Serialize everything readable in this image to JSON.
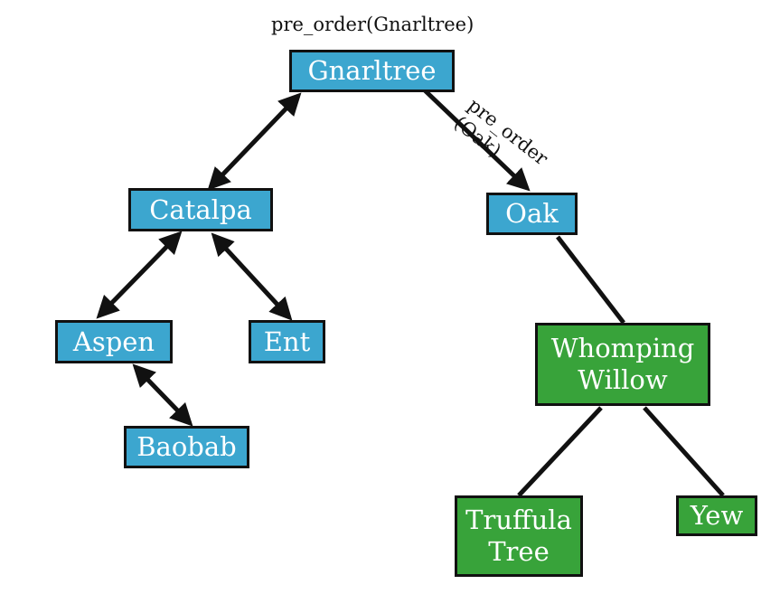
{
  "captions": {
    "root_call": "pre_order(Gnarltree)",
    "oak_call": "pre_order\n(Oak)"
  },
  "nodes": {
    "gnarltree": "Gnarltree",
    "catalpa": "Catalpa",
    "oak": "Oak",
    "aspen": "Aspen",
    "ent": "Ent",
    "baobab": "Baobab",
    "whomping_willow": "Whomping\nWillow",
    "truffula_tree": "Truffula\nTree",
    "yew": "Yew"
  },
  "colors": {
    "visited": "#3ca6cf",
    "unvisited": "#38a33a",
    "edge": "#111111"
  }
}
